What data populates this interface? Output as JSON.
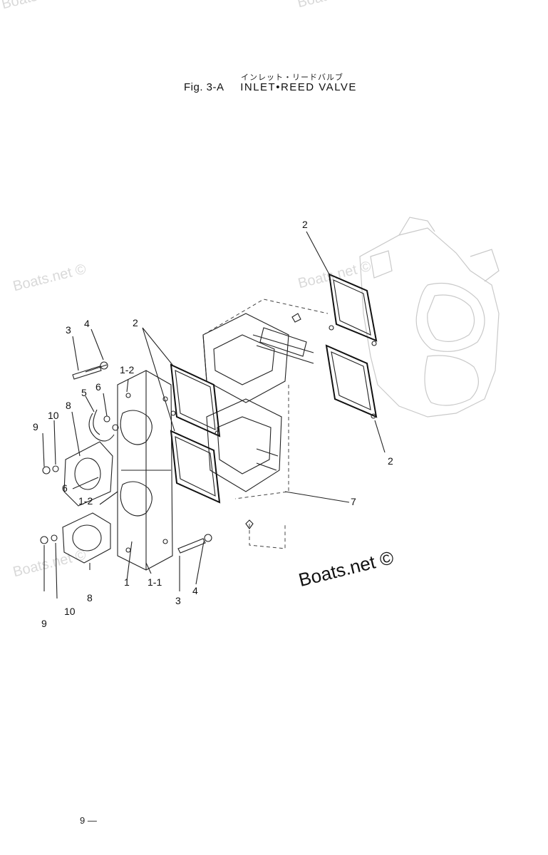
{
  "header": {
    "japanese_title": "インレット・リードバルブ",
    "fig_label": "Fig. 3-A",
    "title": "INLET•REED VALVE"
  },
  "watermark": {
    "main": "Boats.net ©",
    "faint": "Boats.net ©"
  },
  "callouts": {
    "c1": "1",
    "c1_1": "1-1",
    "c1_2a": "1-2",
    "c1_2b": "1-2",
    "c2a": "2",
    "c2b": "2",
    "c2c": "2",
    "c3a": "3",
    "c3b": "3",
    "c4a": "4",
    "c4b": "4",
    "c5": "5",
    "c6a": "6",
    "c6b": "6",
    "c7": "7",
    "c8a": "8",
    "c8b": "8",
    "c9a": "9",
    "c9b": "9",
    "c10a": "10",
    "c10b": "10"
  },
  "footer": {
    "page_number": "9 —"
  }
}
